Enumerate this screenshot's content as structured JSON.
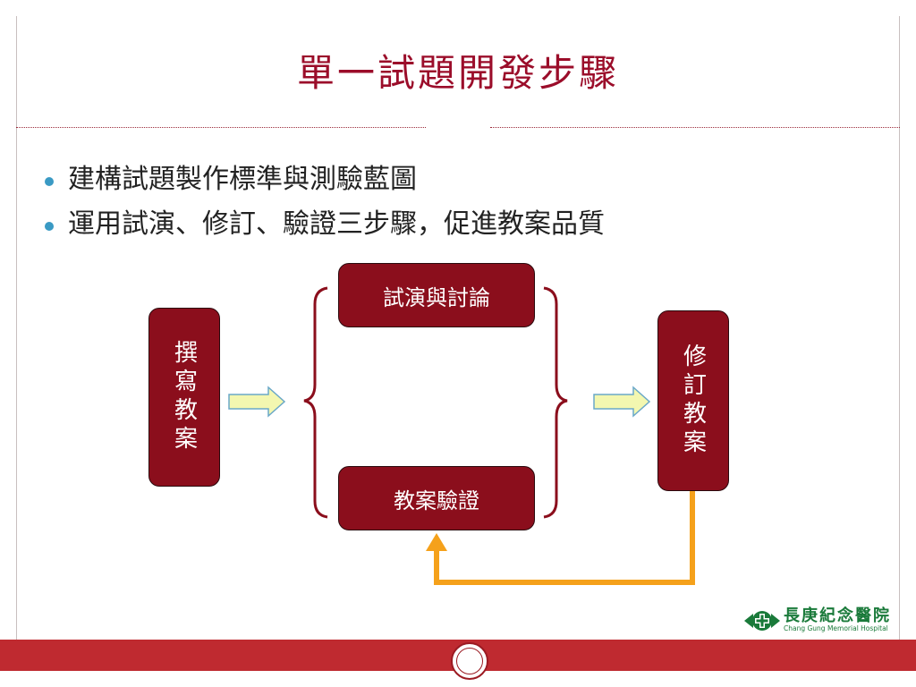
{
  "slide": {
    "title": "單一試題開發步驟",
    "bullets": [
      "建構試題製作標準與測驗藍圖",
      "運用試演、修訂、驗證三步驟，促進教案品質"
    ]
  },
  "diagram": {
    "nodes": {
      "write": "撰寫教案",
      "trial": "試演與討論",
      "verify": "教案驗證",
      "revise": "修訂教案"
    }
  },
  "logo": {
    "name_cn": "長庚紀念醫院",
    "name_en": "Chang Gung Memorial Hospital"
  },
  "colors": {
    "title": "#9b0d2a",
    "box_fill": "#8b0e1c",
    "bracket": "#8b0e1c",
    "arrow_fill": "#f3f7b0",
    "arrow_stroke": "#6aa8c8",
    "loop_arrow": "#f5a11b",
    "footer": "#bf2a30",
    "bullet": "#3a9ac4",
    "logo": "#1a7a3a"
  }
}
